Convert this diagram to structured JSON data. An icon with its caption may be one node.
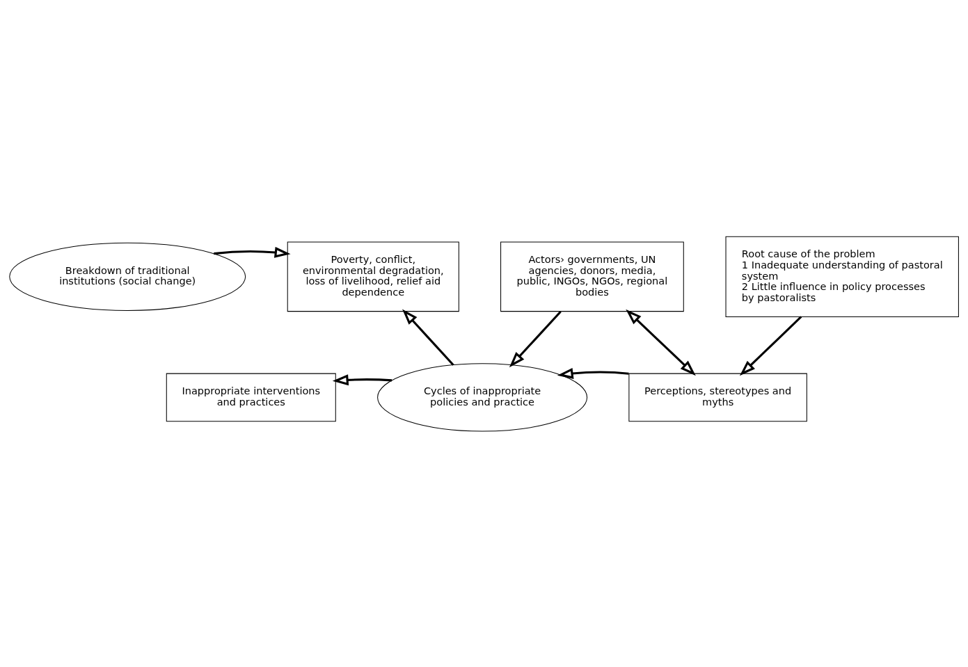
{
  "diagram": {
    "nodes": [
      {
        "text": [
          "Breakdown of traditional institutions (social change)"
        ]
      },
      {
        "text": [
          "Poverty, conflict, environmental degradation, loss of livelihood, relief aid dependence"
        ]
      },
      {
        "text": [
          "Actors› governments, UN agencies, donors, media, public, INGOs, NGOs, regional bodies"
        ]
      },
      {
        "text": [
          "Inappropriate interventions and practices"
        ]
      },
      {
        "text": [
          "Cycles of inappropriate policies and practice"
        ]
      },
      {
        "text": [
          "Perceptions, stereotypes and myths"
        ]
      },
      {
        "text": [
          "Root cause of the problem",
          "1 Inadequate understanding of pastoral system",
          "2 Little influence in policy processes by pastoralists"
        ]
      }
    ],
    "edges": [
      {
        "from": 0,
        "to": 1,
        "arrow": "to"
      },
      {
        "from": 4,
        "to": 1,
        "arrow": "to"
      },
      {
        "from": 2,
        "to": 4,
        "arrow": "to"
      },
      {
        "from": 2,
        "to": 5,
        "arrow": "both"
      },
      {
        "from": 4,
        "to": 3,
        "arrow": "to"
      },
      {
        "from": 5,
        "to": 4,
        "arrow": "to"
      },
      {
        "from": 6,
        "to": 5,
        "arrow": "to"
      }
    ]
  }
}
